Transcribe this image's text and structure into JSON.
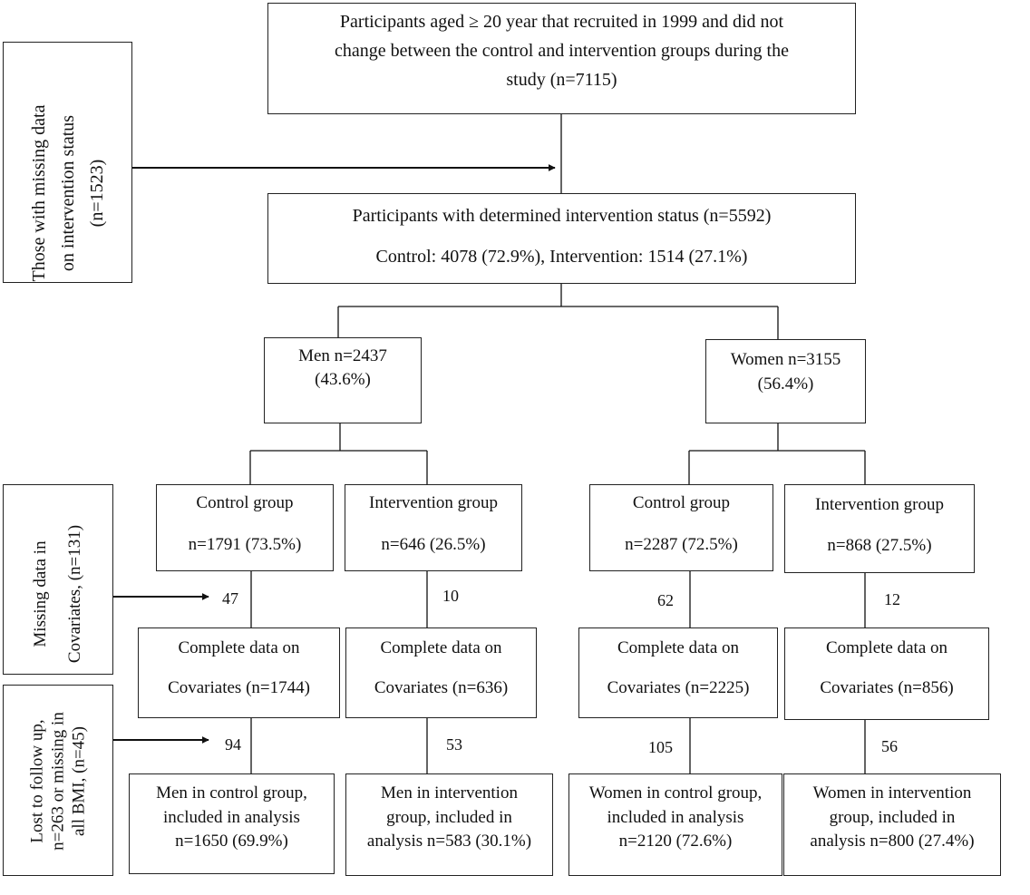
{
  "top": {
    "line1": "Participants aged ≥ 20 year that recruited in 1999 and did not",
    "line2": "change between the control and intervention groups during the",
    "line3": "study (n=7115)"
  },
  "excluded_missing_status": {
    "line1": "Those with missing data",
    "line2": "on intervention status",
    "line3": "(n=1523)"
  },
  "determined": {
    "line1": "Participants with determined intervention status (n=5592)",
    "line2": "Control: 4078 (72.9%), Intervention: 1514 (27.1%)"
  },
  "men": {
    "line1": "Men n=2437",
    "line2": "(43.6%)"
  },
  "women": {
    "line1": "Women n=3155",
    "line2": "(56.4%)"
  },
  "missing_covariates": {
    "line1": "Missing data in",
    "line2": "Covariates, (n=131)"
  },
  "lost_followup": {
    "line1": "Lost to follow up,",
    "line2": "n=263 or missing in",
    "line3": "all BMI, (n=45)"
  },
  "groups": [
    {
      "title": "Control group",
      "n": "n=1791 (73.5%)",
      "missing": "47",
      "complete1": "Complete data on",
      "complete2": "Covariates (n=1744)",
      "lost": "94",
      "final1": "Men in control group,",
      "final2": "included in analysis",
      "final3": "n=1650 (69.9%)"
    },
    {
      "title": "Intervention group",
      "n": "n=646 (26.5%)",
      "missing": "10",
      "complete1": "Complete data on",
      "complete2": "Covariates (n=636)",
      "lost": "53",
      "final1": "Men in intervention",
      "final2": "group, included in",
      "final3": "analysis n=583 (30.1%)"
    },
    {
      "title": "Control group",
      "n": "n=2287 (72.5%)",
      "missing": "62",
      "complete1": "Complete data on",
      "complete2": "Covariates (n=2225)",
      "lost": "105",
      "final1": "Women in control group,",
      "final2": "included in analysis",
      "final3": "n=2120 (72.6%)"
    },
    {
      "title": "Intervention group",
      "n": "n=868 (27.5%)",
      "missing": "12",
      "complete1": "Complete data on",
      "complete2": "Covariates (n=856)",
      "lost": "56",
      "final1": "Women in intervention",
      "final2": "group, included in",
      "final3": "analysis n=800 (27.4%)"
    }
  ]
}
